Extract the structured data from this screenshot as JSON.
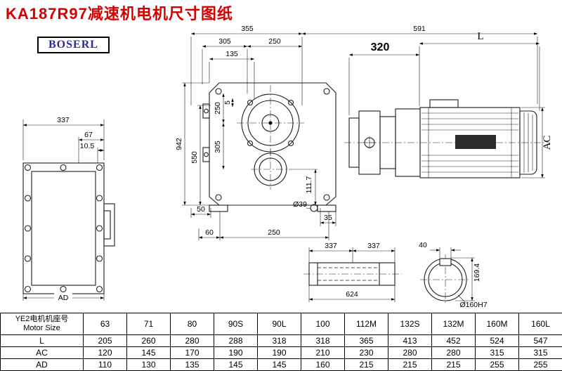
{
  "page": {
    "title": "KA187R97减速机电机尺寸图纸",
    "logo": "BOSERL"
  },
  "dims": {
    "top": {
      "t355": "355",
      "t591": "591",
      "t305": "305",
      "t250": "250",
      "t135": "135"
    },
    "motor": {
      "m320": "320",
      "mL": "L",
      "mAC": "AC"
    },
    "left": {
      "l337": "337",
      "l67": "67",
      "l105": "10.5",
      "lAD": "AD"
    },
    "front": {
      "f942": "942",
      "f550": "550",
      "f250": "250",
      "f5": "5",
      "f305": "305",
      "f1117": "111.7",
      "f50": "50",
      "f35": "35",
      "f60": "60",
      "f250b": "250",
      "f39": "Ø39"
    },
    "shaft": {
      "s337a": "337",
      "s337b": "337",
      "s624": "624"
    },
    "bore": {
      "b40": "40",
      "b1694": "169.4",
      "b160": "Ø160H7"
    }
  },
  "table": {
    "row_header_cn": "YE2电机机座号",
    "row_header_en": "Motor Size",
    "columns": [
      "63",
      "71",
      "80",
      "90S",
      "90L",
      "100",
      "112M",
      "132S",
      "132M",
      "160M",
      "160L"
    ],
    "rows": [
      {
        "label": "L",
        "values": [
          "205",
          "260",
          "280",
          "288",
          "318",
          "318",
          "365",
          "413",
          "452",
          "524",
          "547"
        ]
      },
      {
        "label": "AC",
        "values": [
          "120",
          "145",
          "170",
          "190",
          "190",
          "210",
          "230",
          "280",
          "280",
          "315",
          "315"
        ]
      },
      {
        "label": "AD",
        "values": [
          "110",
          "130",
          "135",
          "145",
          "145",
          "160",
          "215",
          "215",
          "215",
          "255",
          "255"
        ]
      }
    ]
  }
}
